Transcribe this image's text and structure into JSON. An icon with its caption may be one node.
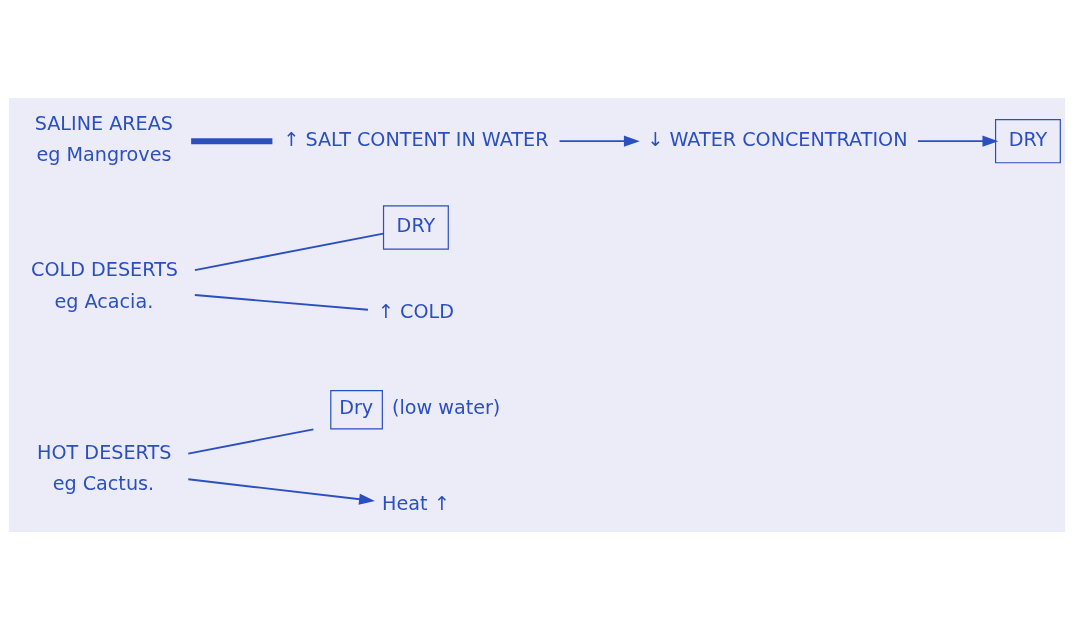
{
  "diagram": {
    "nodes": [
      {
        "text": [
          "HOT DESERTS"
        ],
        "beside": [
          "eg Cactus."
        ]
      },
      {
        "text": [
          "Dry"
        ],
        "beside": [
          "(low water)"
        ]
      },
      {
        "text": [
          "Heat ↑"
        ]
      },
      {
        "text": [
          "COLD DESERTS"
        ],
        "beside": [
          "eg Acacia."
        ]
      },
      {
        "text": [
          "DRY"
        ]
      },
      {
        "text": [
          "↑ COLD"
        ]
      },
      {
        "text": [
          "SALINE AREAS"
        ],
        "beside": [
          "eg Mangroves"
        ]
      },
      {
        "text": [
          "↑ SALT CONTENT IN WATER"
        ]
      },
      {
        "text": [
          "↓ WATER CONCENTRATION"
        ]
      },
      {
        "text": [
          "DRY"
        ]
      }
    ],
    "edges": [
      {
        "from": 0,
        "to": 1,
        "arrow": "none"
      },
      {
        "from": 0,
        "to": 2,
        "arrow": "to"
      },
      {
        "from": 3,
        "to": 4,
        "arrow": "none"
      },
      {
        "from": 3,
        "to": 5,
        "arrow": "none"
      },
      {
        "from": 6,
        "to": 7,
        "arrow": "none",
        "style": "thick"
      },
      {
        "from": 7,
        "to": 8,
        "arrow": "to"
      },
      {
        "from": 8,
        "to": 9,
        "arrow": "to"
      }
    ]
  }
}
